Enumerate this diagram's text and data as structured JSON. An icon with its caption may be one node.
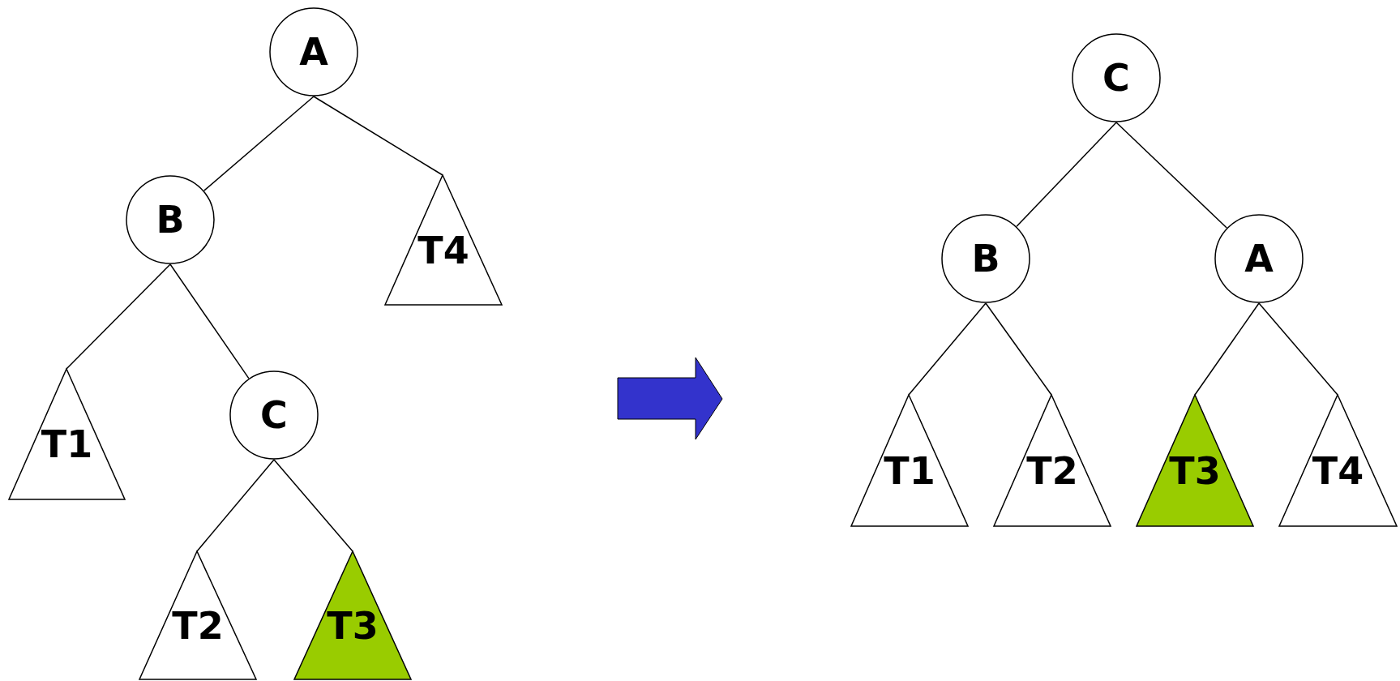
{
  "diagram": {
    "nodes": [
      {
        "text": [
          "A"
        ]
      },
      {
        "text": [
          "B"
        ]
      },
      {
        "text": [
          "T4"
        ]
      },
      {
        "text": [
          "T1"
        ]
      },
      {
        "text": [
          "C"
        ]
      },
      {
        "text": [
          "T2"
        ]
      },
      {
        "text": [
          "T3"
        ]
      },
      {
        "text": [
          "C"
        ]
      },
      {
        "text": [
          "B"
        ]
      },
      {
        "text": [
          "A"
        ]
      },
      {
        "text": [
          "T1"
        ]
      },
      {
        "text": [
          "T2"
        ]
      },
      {
        "text": [
          "T3"
        ]
      },
      {
        "text": [
          "T4"
        ]
      }
    ],
    "edges": [
      {
        "from": 0,
        "to": 1,
        "arrow": "none"
      },
      {
        "from": 0,
        "to": 2,
        "arrow": "none"
      },
      {
        "from": 1,
        "to": 3,
        "arrow": "none"
      },
      {
        "from": 1,
        "to": 4,
        "arrow": "none"
      },
      {
        "from": 4,
        "to": 5,
        "arrow": "none"
      },
      {
        "from": 4,
        "to": 6,
        "arrow": "none"
      },
      {
        "from": 7,
        "to": 8,
        "arrow": "none"
      },
      {
        "from": 7,
        "to": 9,
        "arrow": "none"
      },
      {
        "from": 8,
        "to": 10,
        "arrow": "none"
      },
      {
        "from": 8,
        "to": 11,
        "arrow": "none"
      },
      {
        "from": 9,
        "to": 12,
        "arrow": "none"
      },
      {
        "from": 9,
        "to": 13,
        "arrow": "none"
      }
    ]
  }
}
